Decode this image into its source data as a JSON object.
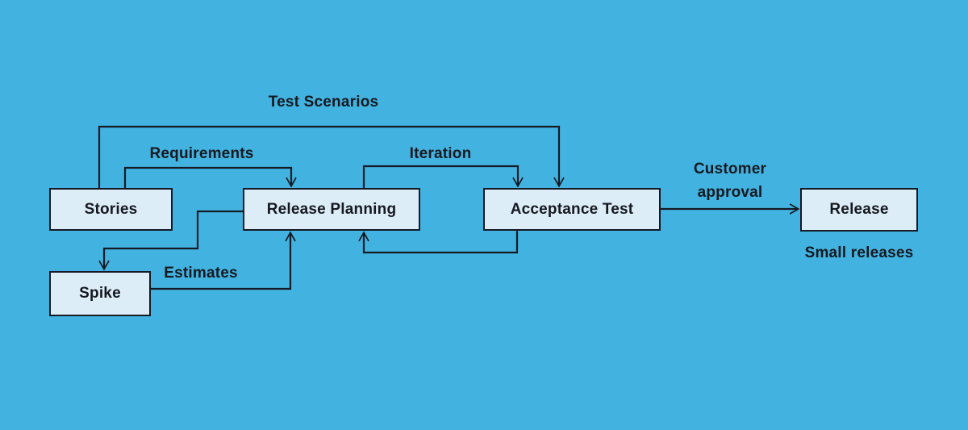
{
  "colors": {
    "background": "#42b3e0",
    "node_fill": "#dcedf8",
    "node_border": "#151a24",
    "line": "#151a24",
    "text": "#15181f"
  },
  "nodes": {
    "stories": {
      "label": "Stories"
    },
    "release_planning": {
      "label": "Release Planning"
    },
    "acceptance_test": {
      "label": "Acceptance Test"
    },
    "release": {
      "label": "Release"
    },
    "spike": {
      "label": "Spike"
    }
  },
  "labels": {
    "test_scenarios": "Test Scenarios",
    "requirements": "Requirements",
    "iteration": "Iteration",
    "customer_approval": "Customer approval",
    "estimates": "Estimates",
    "small_releases": "Small releases"
  },
  "edges": [
    {
      "from": "stories",
      "to": "acceptance_test",
      "label": "Test Scenarios"
    },
    {
      "from": "stories",
      "to": "release_planning",
      "label": "Requirements"
    },
    {
      "from": "release_planning",
      "to": "acceptance_test",
      "label": "Iteration"
    },
    {
      "from": "acceptance_test",
      "to": "release_planning",
      "label": ""
    },
    {
      "from": "release_planning",
      "to": "spike",
      "label": ""
    },
    {
      "from": "spike",
      "to": "release_planning",
      "label": "Estimates"
    },
    {
      "from": "acceptance_test",
      "to": "release",
      "label": "Customer approval"
    }
  ]
}
